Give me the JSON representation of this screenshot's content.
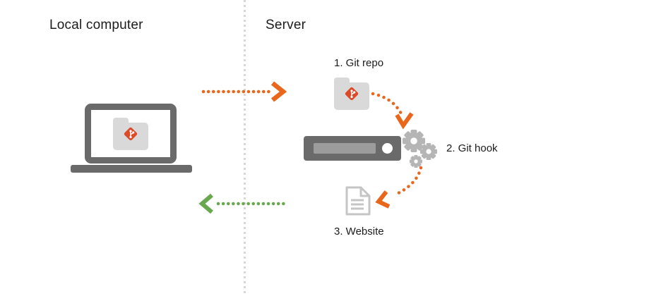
{
  "sections": {
    "local": {
      "title": "Local computer"
    },
    "server": {
      "title": "Server"
    }
  },
  "steps": [
    {
      "label": "1. Git repo"
    },
    {
      "label": "2. Git hook"
    },
    {
      "label": "3. Website"
    }
  ],
  "icons": {
    "laptop": "laptop with git project folder",
    "git_folder": "folder with git logo badge",
    "server_bar": "rack server unit",
    "gears": "three gears (git hook process)",
    "document": "web page document",
    "arrows": [
      "push local to server (orange dotted)",
      "repo to hook (orange dotted curve)",
      "hook to website (orange dotted curve)",
      "server back to local (green dotted)"
    ]
  },
  "colors": {
    "accent_orange": "#e8671c",
    "accent_green": "#6aa84f",
    "git_badge_red": "#dd4a28",
    "hardware_gray": "#6a6a6a",
    "folder_gray": "#d9d9d9",
    "gear_gray": "#b5b5b5",
    "document_gray": "#c5c5c5",
    "divider_gray": "#d8d8d8",
    "text": "#1c1c1c",
    "background": "#ffffff"
  }
}
